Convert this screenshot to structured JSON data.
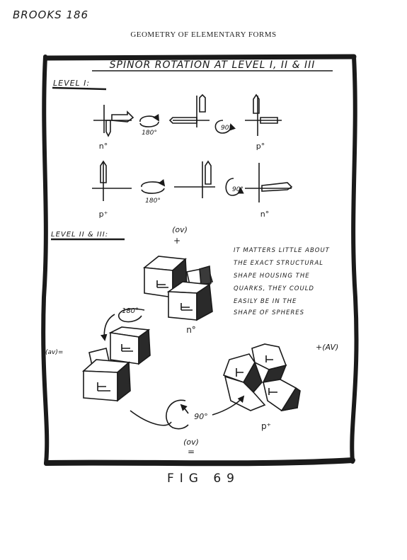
{
  "page": {
    "corner_note": "BROOKS 186",
    "running_head": "GEOMETRY OF ELEMENTARY FORMS",
    "caption": "FIG 69"
  },
  "figure": {
    "title": "SPINOR ROTATION AT LEVEL I, II & III",
    "level1_heading": "LEVEL I:",
    "level23_heading": "LEVEL II & III:",
    "angles": {
      "a1": "180°",
      "a2": "90°",
      "a3": "180°",
      "a4": "90°",
      "a5": "180°",
      "a6": "90°"
    },
    "particles": {
      "n1": "n°",
      "p1": "p°",
      "p2": "p⁺",
      "n2": "n°",
      "n3": "n°",
      "p3": "p⁺"
    },
    "charges": {
      "ov_top": "(ov)",
      "ov_top_sign": "+",
      "av_left": "(av)=",
      "av_right": "+(AV)",
      "ov_bottom": "(ov)",
      "ov_bottom_sign": "="
    },
    "note_lines": [
      "IT MATTERS LITTLE ABOUT",
      "THE EXACT STRUCTURAL",
      "SHAPE HOUSING THE",
      "QUARKS, THEY COULD",
      "EASILY BE IN THE",
      "SHAPE OF SPHERES"
    ]
  }
}
